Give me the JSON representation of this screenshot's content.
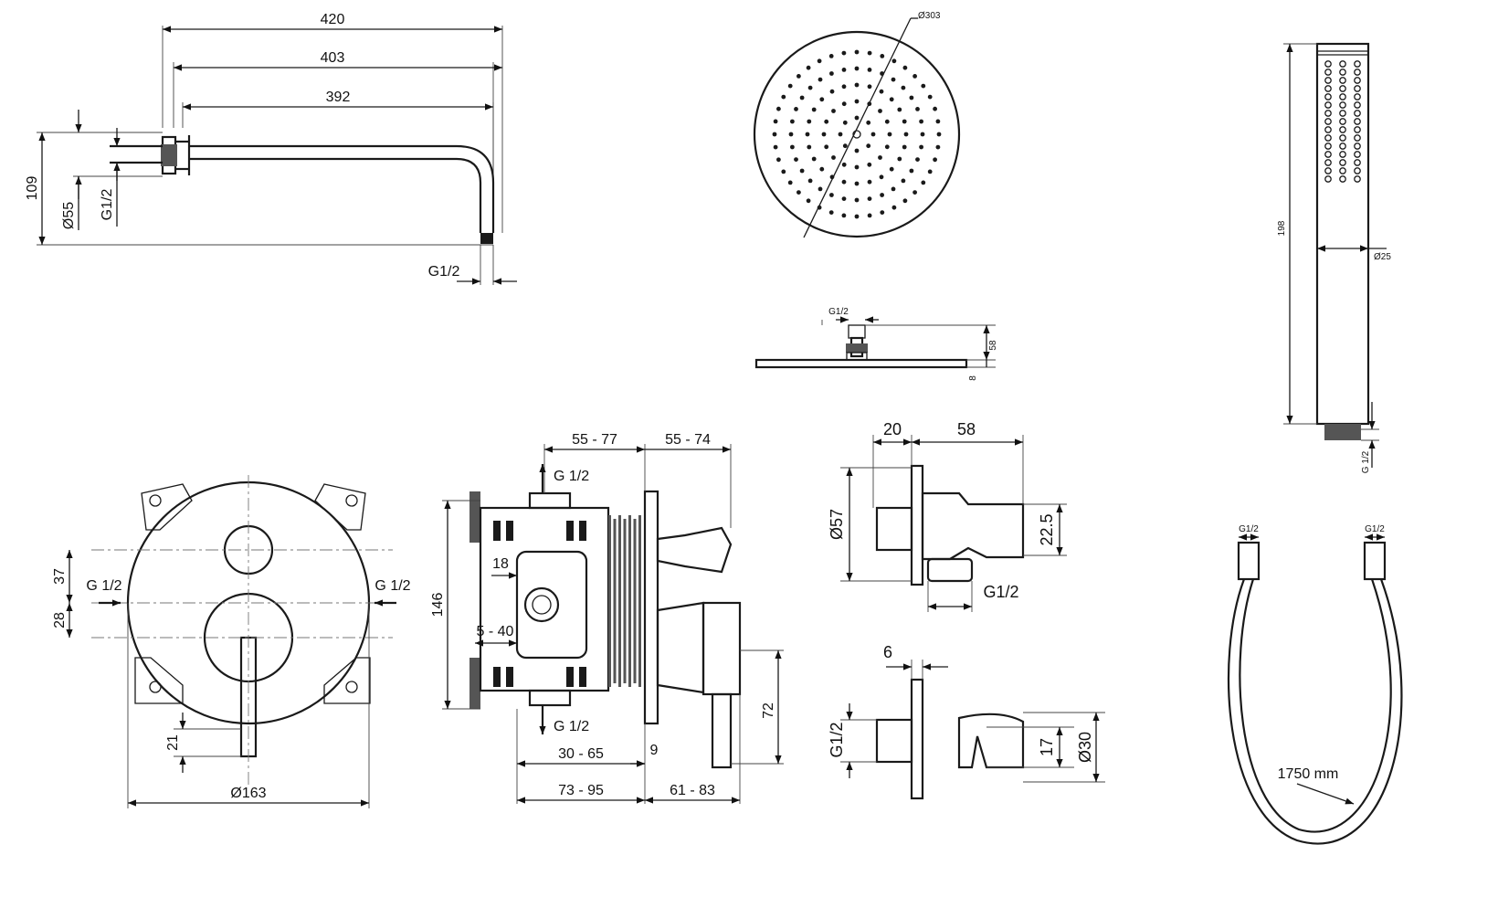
{
  "shower_arm": {
    "d420": "420",
    "d403": "403",
    "d392": "392",
    "d109": "109",
    "d55": "Ø55",
    "g_top": "G1/2",
    "g_bottom": "G1/2"
  },
  "shower_head": {
    "diameter": "Ø303",
    "g": "G1/2",
    "d58": "58",
    "d8": "8"
  },
  "hand_shower": {
    "d198": "198",
    "d25": "Ø25",
    "g": "G 1/2"
  },
  "mixer_front": {
    "d37": "37",
    "d28": "28",
    "g_left": "G 1/2",
    "g_right": "G 1/2",
    "d21": "21",
    "d163": "Ø163"
  },
  "mixer_side": {
    "d5577": "55 - 77",
    "d5574": "55 - 74",
    "g_top": "G 1/2",
    "g_bottom": "G 1/2",
    "d18": "18",
    "d146": "146",
    "d540": "5 - 40",
    "d3065": "30 - 65",
    "d9": "9",
    "d72": "72",
    "d7395": "73 - 95",
    "d6183": "61 - 83"
  },
  "wall_outlet": {
    "d20": "20",
    "d58": "58",
    "d57": "Ø57",
    "d225": "22.5",
    "g": "G1/2"
  },
  "holder": {
    "d6": "6",
    "g": "G1/2",
    "d17": "17",
    "d30": "Ø30"
  },
  "hose": {
    "g_left": "G1/2",
    "g_right": "G1/2",
    "length": "1750 mm"
  }
}
